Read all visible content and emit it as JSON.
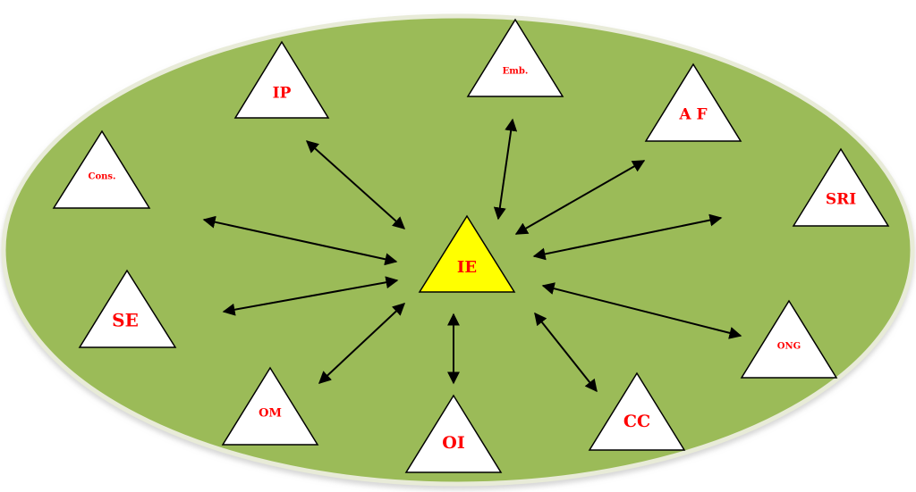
{
  "diagram": {
    "colors": {
      "ellipse_fill": "#9bbb59",
      "ellipse_stroke": "#e8ebd8",
      "node_fill": "#ffffff",
      "center_fill": "#ffff00",
      "label_color": "#ff0000",
      "arrow_color": "#000000"
    },
    "center": {
      "label": "IE"
    },
    "nodes": [
      {
        "id": "ip",
        "label": "IP"
      },
      {
        "id": "emb",
        "label": "Emb."
      },
      {
        "id": "af",
        "label": "A F"
      },
      {
        "id": "cons",
        "label": "Cons."
      },
      {
        "id": "sri",
        "label": "SRI"
      },
      {
        "id": "se",
        "label": "SE"
      },
      {
        "id": "ong",
        "label": "ONG"
      },
      {
        "id": "om",
        "label": "OM"
      },
      {
        "id": "oi",
        "label": "OI"
      },
      {
        "id": "cc",
        "label": "CC"
      }
    ]
  }
}
